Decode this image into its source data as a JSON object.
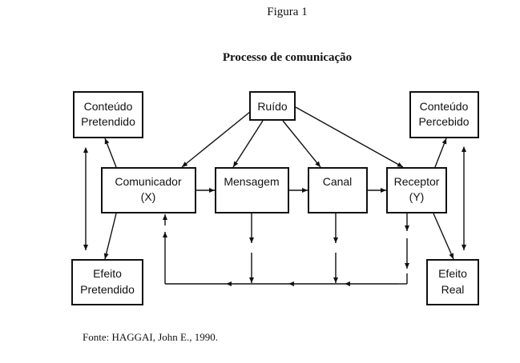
{
  "figure": {
    "label": "Figura 1",
    "title": "Processo de comunicação",
    "source": "Fonte: HAGGAI, John E., 1990."
  },
  "nodes": {
    "conteudo_pretendido": [
      "Conteúdo",
      "Pretendido"
    ],
    "ruido": [
      "Ruído"
    ],
    "conteudo_percebido": [
      "Conteúdo",
      "Percebido"
    ],
    "comunicador": [
      "Comunicador",
      "(X)"
    ],
    "mensagem": [
      "Mensagem"
    ],
    "canal": [
      "Canal"
    ],
    "receptor": [
      "Receptor",
      "(Y)"
    ],
    "efeito_pretendido": [
      "Efeito",
      "Pretendido"
    ],
    "efeito_real": [
      "Efeito",
      "Real"
    ]
  },
  "edges": [
    {
      "from": "ruido",
      "to": "comunicador"
    },
    {
      "from": "ruido",
      "to": "mensagem"
    },
    {
      "from": "ruido",
      "to": "canal"
    },
    {
      "from": "ruido",
      "to": "receptor"
    },
    {
      "from": "comunicador",
      "to": "mensagem"
    },
    {
      "from": "mensagem",
      "to": "canal"
    },
    {
      "from": "canal",
      "to": "receptor"
    },
    {
      "from": "comunicador",
      "to": "conteudo_pretendido"
    },
    {
      "from": "comunicador",
      "to": "efeito_pretendido"
    },
    {
      "from": "conteudo_pretendido",
      "to": "efeito_pretendido",
      "bidirectional": true
    },
    {
      "from": "receptor",
      "to": "conteudo_percebido"
    },
    {
      "from": "receptor",
      "to": "efeito_real"
    },
    {
      "from": "conteudo_percebido",
      "to": "efeito_real",
      "bidirectional": true
    },
    {
      "from": "mensagem",
      "to": "feedback_line",
      "style": "dashed"
    },
    {
      "from": "canal",
      "to": "feedback_line",
      "style": "dashed"
    },
    {
      "from": "receptor",
      "to": "feedback_line",
      "style": "dashed"
    },
    {
      "from": "feedback_line",
      "to": "comunicador",
      "style": "dashed"
    }
  ]
}
